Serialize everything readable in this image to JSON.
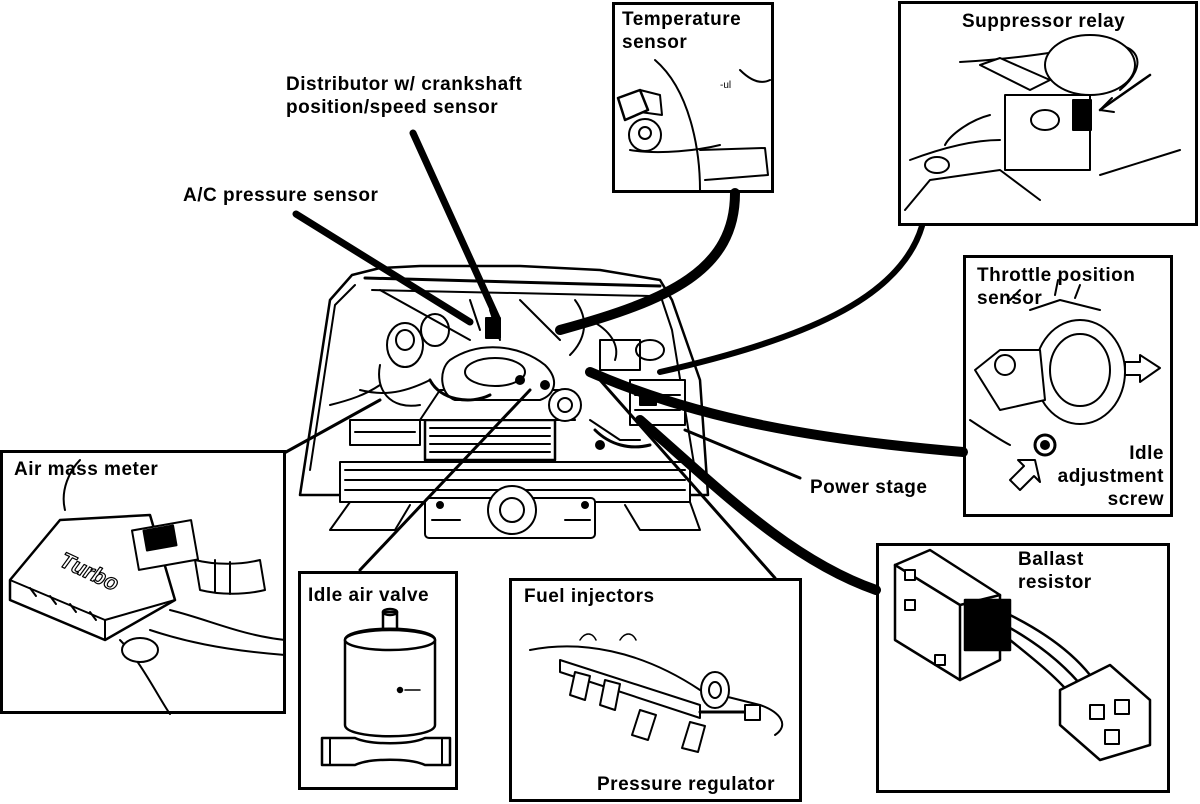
{
  "diagram": {
    "labels": {
      "temperature_sensor": [
        "Temperature",
        "sensor"
      ],
      "suppressor_relay": "Suppressor relay",
      "distributor": [
        "Distributor w/ crankshaft",
        "position/speed sensor"
      ],
      "ac_pressure_sensor": "A/C pressure sensor",
      "throttle_position_sensor": [
        "Throttle position",
        "sensor"
      ],
      "idle_adjustment_screw": [
        "Idle",
        "adjustment",
        "screw"
      ],
      "power_stage": "Power stage",
      "air_mass_meter": "Air mass meter",
      "idle_air_valve": "Idle air valve",
      "fuel_injectors": "Fuel injectors",
      "pressure_regulator": "Pressure regulator",
      "ballast_resistor": [
        "Ballast",
        "resistor"
      ]
    },
    "embossed_text": {
      "turbo": "Turbo"
    },
    "colors": {
      "ink": "#000000",
      "paper": "#ffffff"
    }
  }
}
